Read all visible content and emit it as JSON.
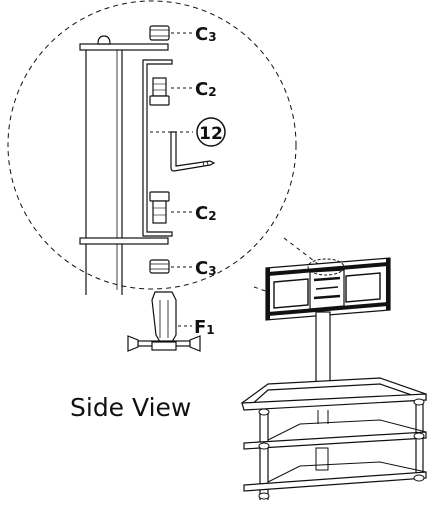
{
  "labels": {
    "c3_top": {
      "main": "C",
      "sub": "3"
    },
    "c2_top": {
      "main": "C",
      "sub": "2"
    },
    "part12": "12",
    "c2_bottom": {
      "main": "C",
      "sub": "2"
    },
    "c3_bottom": {
      "main": "C",
      "sub": "3"
    },
    "f1": {
      "main": "F",
      "sub": "1"
    }
  },
  "caption": "Side View",
  "colors": {
    "ink": "#111111",
    "background": "#ffffff"
  }
}
